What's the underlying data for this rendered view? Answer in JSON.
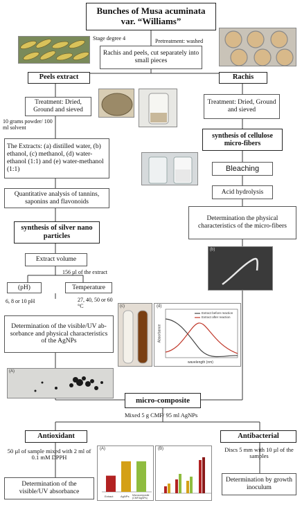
{
  "title": "Bunches of Musa acuminata var. “Williams”",
  "notes": {
    "stage": "Stage degree 4",
    "pretreatment": "Pretreatment: washed",
    "ratio": "10 grams powder/ 100 ml solvent",
    "volume": "156 µl of the extract",
    "ph_values": "6, 8 or 10 pH",
    "temp_values": "27, 40, 50 or 60 °C",
    "mix": "Mixed 5 g CMF/ 95 ml AgNPs",
    "antiox_sample": "50 µl of sample mixed with 2 ml of 0.1 mM DPPH",
    "antibac_disc": "Discs 5 mm with 10 µl of the samples"
  },
  "boxes": {
    "rachis_peels": "Rachis and peels, cut separately into small pieces",
    "peels_extract": "Peels extract",
    "rachis": "Rachis",
    "treat_left": "Treatment: Dried, Ground and sieved",
    "treat_right": "Treatment: Dried, Ground and sieved",
    "extracts": "The Extracts: (a) distilled water, (b) ethanol, (c) methanol, (d) water-ethanol (1:1) and (e) water-methanol (1:1)",
    "quant": "Quantitative analysis of tannins, saponins and flavonoids",
    "silver": "synthesis of silver nano particles",
    "ext_vol": "Extract volume",
    "ph": "(pH)",
    "temp": "Temperature",
    "det_agnp": "Determination of the visible/UV ab-sorbance and physical characteristics of the AgNPs",
    "cellulose": "synthesis of cellulose micro-fibers",
    "bleach": "Bleaching",
    "acid": "Acid hydrolysis",
    "det_micro": "Determination the physical characteristics of the micro-fibers",
    "micro": "micro-composite",
    "antiox": "Antioxidant",
    "antibac": "Antibacterial",
    "det_uv": "Determination of the visible/UV absorbance",
    "det_growth": "Determination by growth inoculum"
  },
  "figure_labels": {
    "sem": "(b)",
    "tube": "(c)",
    "uv_panel": "(d)",
    "tem": "(A)",
    "bar_a": "(A)",
    "bar_b": "(B)",
    "uv_legend": [
      "Extract before reaction",
      "Extract after reaction"
    ],
    "uv_xlabel": "wavelength (nm)",
    "uv_ylabel": "Absorbance"
  },
  "bar_chart": {
    "categories": [
      "Extract",
      "AgNPs",
      "Microcomposite (CMF/AgNPs)"
    ],
    "values": [
      0.45,
      0.85,
      0.85
    ]
  },
  "colors": {
    "border": "#555555",
    "uv_before": "#444444",
    "uv_after": "#c0392b",
    "bar1": "#b22222",
    "bar2": "#d4a017",
    "bar3": "#8fbc3f"
  }
}
